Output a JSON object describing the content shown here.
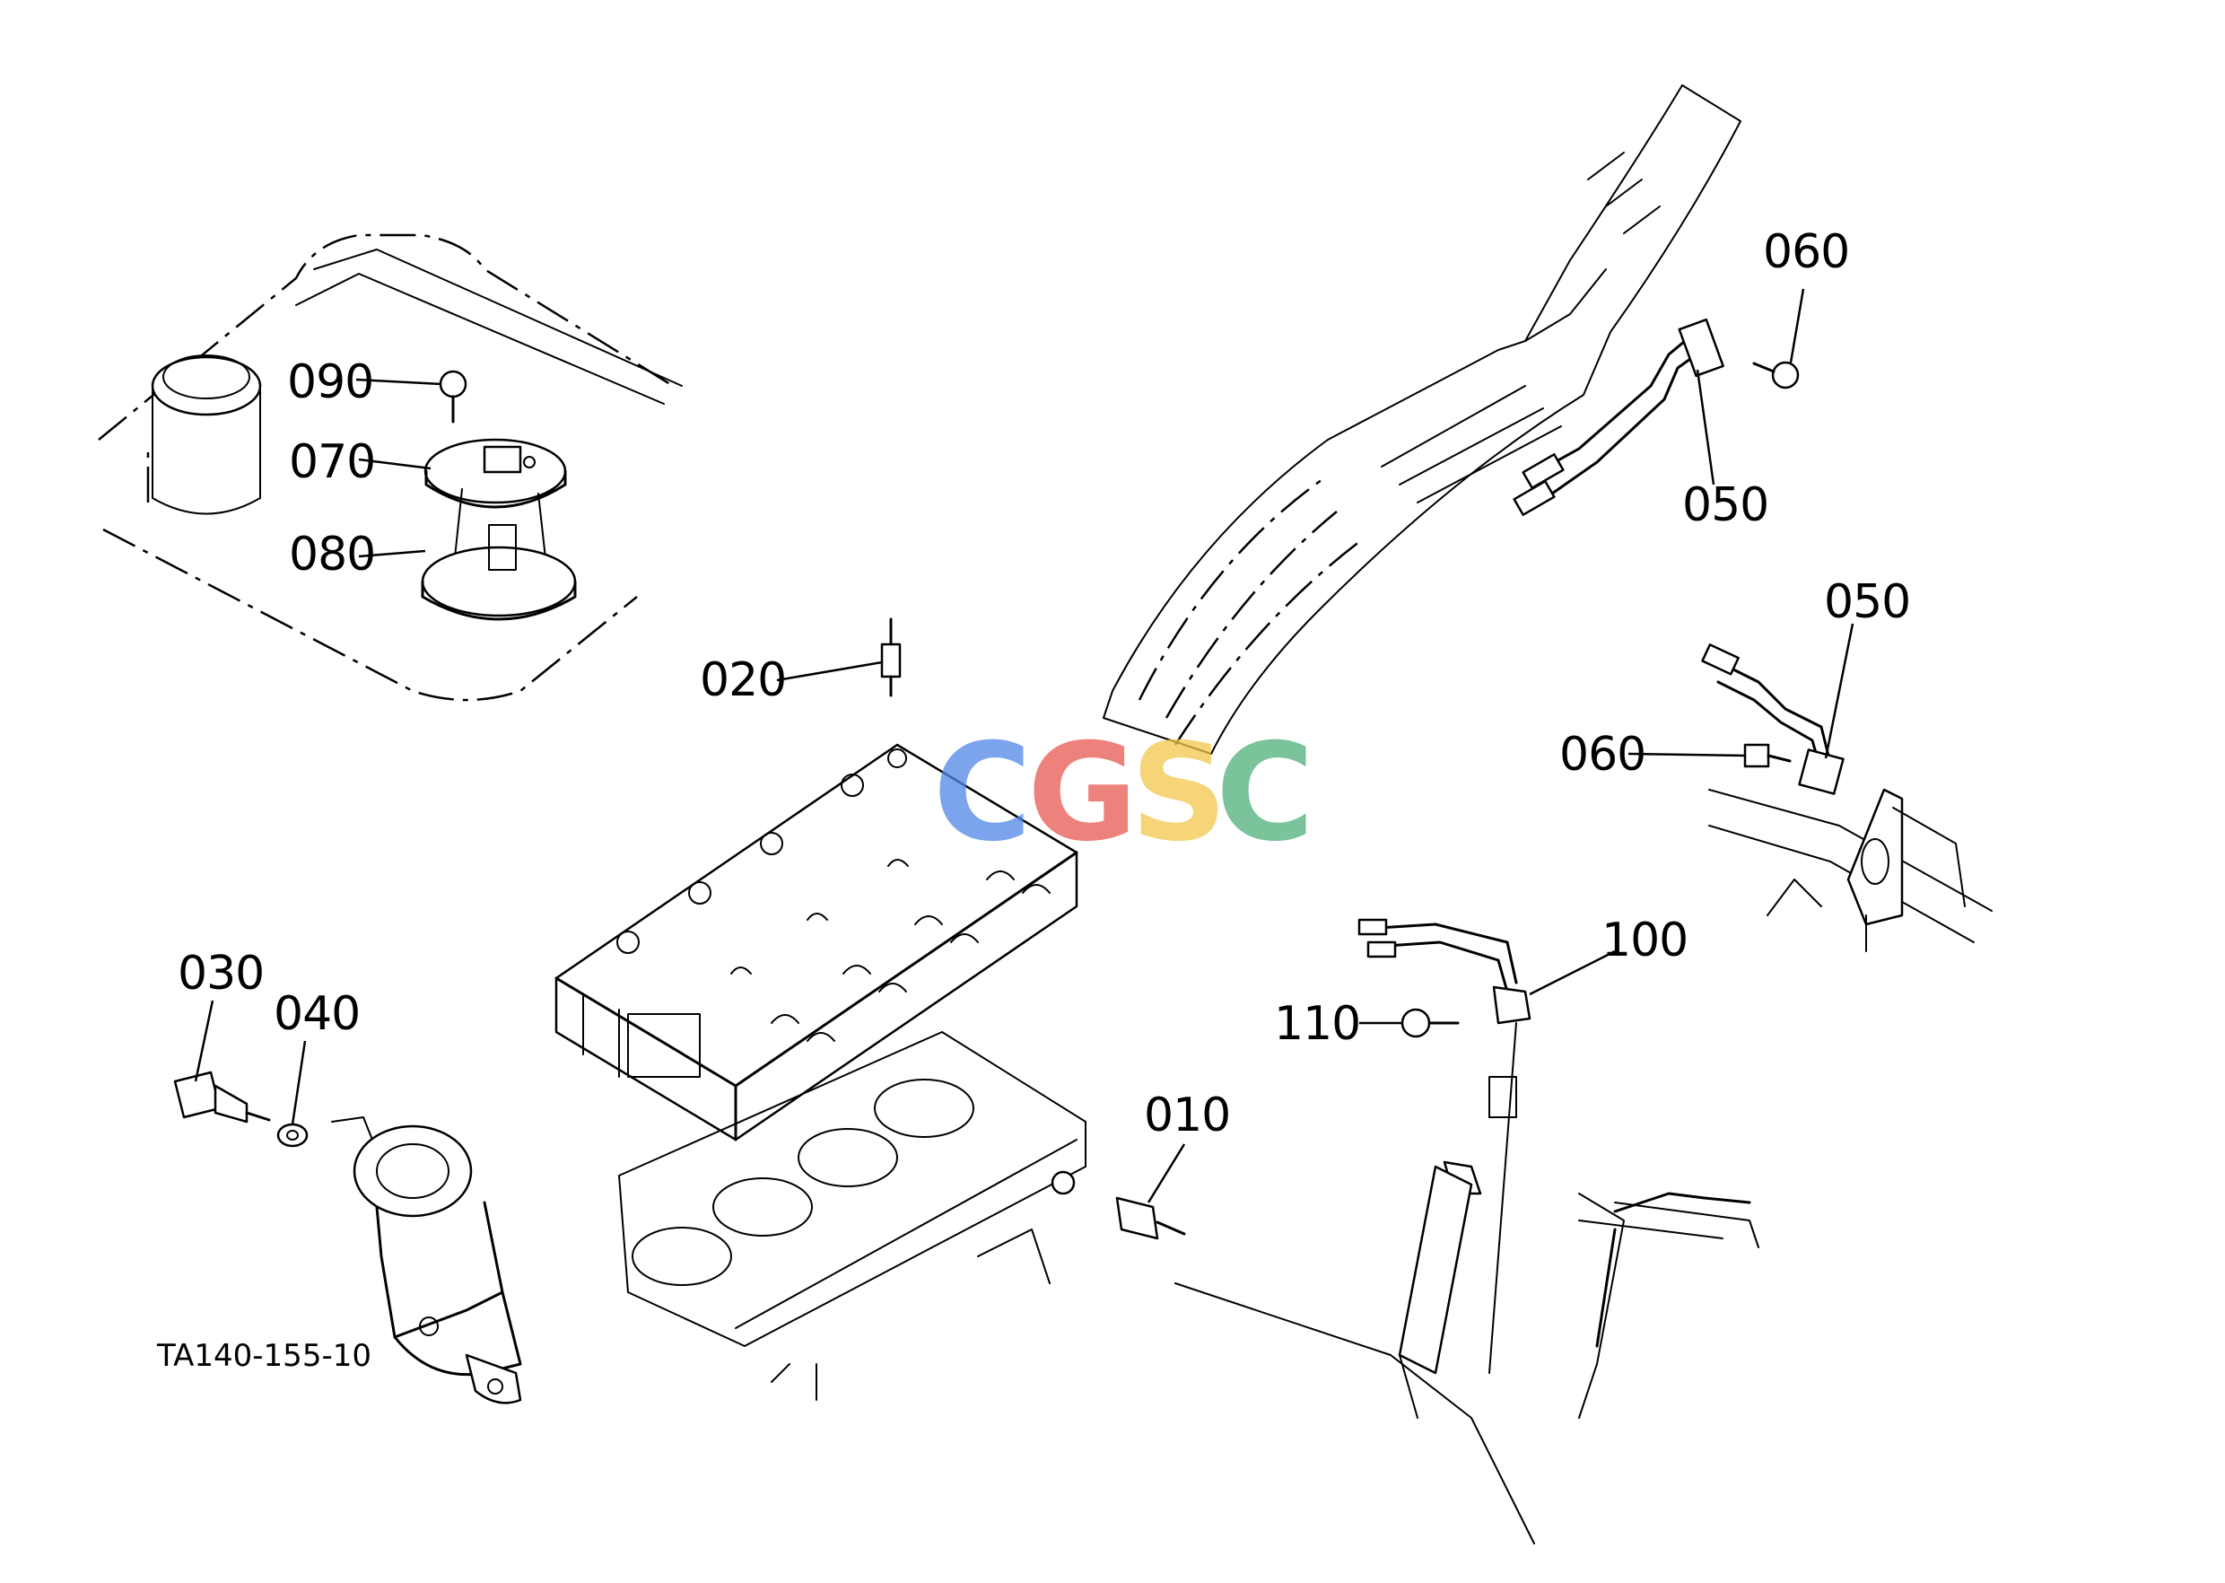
{
  "drawing": {
    "reference_code": "TA140-155-10",
    "watermark": {
      "letters": [
        "C",
        "G",
        "S",
        "C"
      ],
      "colors": [
        "#4f86e8",
        "#e8574f",
        "#f2c84b",
        "#4fb07a"
      ]
    },
    "callouts": [
      "010",
      "020",
      "030",
      "040",
      "050",
      "050",
      "060",
      "060",
      "070",
      "080",
      "090",
      "100",
      "110"
    ]
  }
}
